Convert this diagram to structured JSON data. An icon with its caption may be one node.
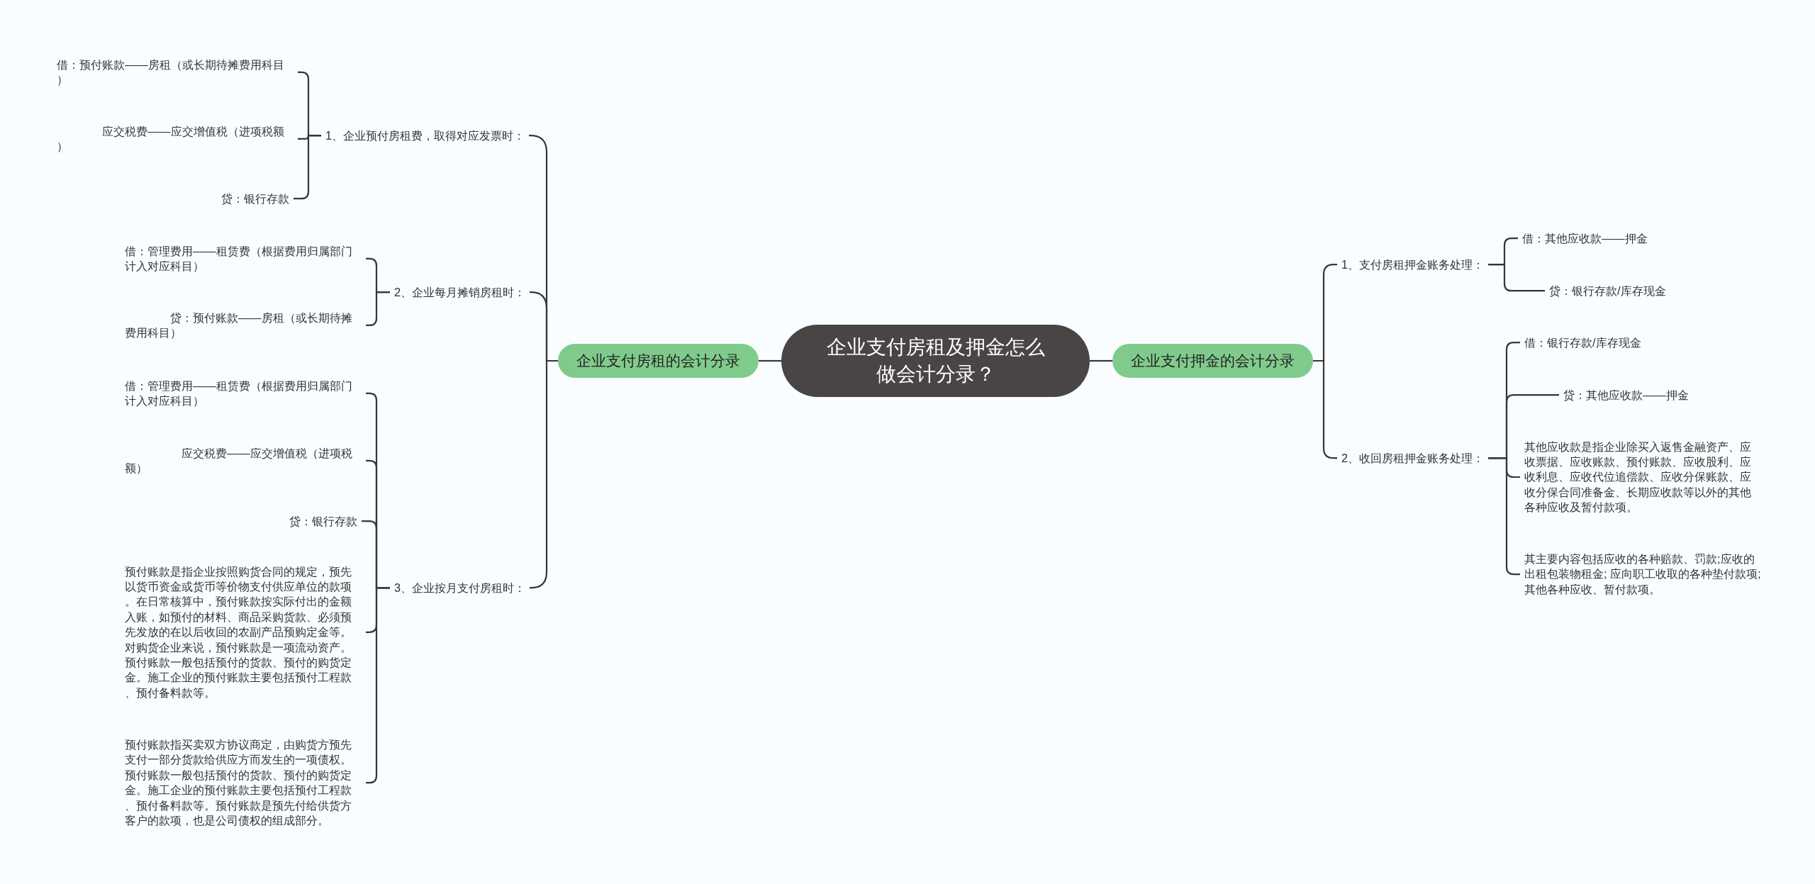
{
  "diagram": {
    "nodes": [
      {
        "text": [
          "企业支付房租及押金怎么做会计分录？"
        ]
      },
      {
        "text": [
          "企业支付房租的会计分录"
        ]
      },
      {
        "text": [
          "1、企业预付房租费，取得对应发票时："
        ]
      },
      {
        "text": [
          "借：预付账款——房租（或长期待摊费用科目）"
        ]
      },
      {
        "text": [
          "应交税费——应交增值税（进项税额）"
        ]
      },
      {
        "text": [
          "贷：银行存款"
        ]
      },
      {
        "text": [
          "2、企业每月摊销房租时："
        ]
      },
      {
        "text": [
          "借：管理费用——租赁费（根据费用归属部门计入对应科目）"
        ]
      },
      {
        "text": [
          "贷：预付账款——房租（或长期待摊费用科目）"
        ]
      },
      {
        "text": [
          "3、企业按月支付房租时："
        ]
      },
      {
        "text": [
          "借：管理费用——租赁费（根据费用归属部门计入对应科目）"
        ]
      },
      {
        "text": [
          "应交税费——应交增值税（进项税额）"
        ]
      },
      {
        "text": [
          "贷：银行存款"
        ]
      },
      {
        "text": [
          "预付账款是指企业按照购货合同的规定，预先以货币资金或货币等价物支付供应单位的款项。在日常核算中，预付账款按实际付出的金额入账，如预付的材料、商品采购货款、必须预先发放的在以后收回的农副产品预购定金等。对购货企业来说，预付账款是一项流动资产。预付账款一般包括预付的货款、预付的购货定金。施工企业的预付账款主要包括预付工程款、预付备料款等。"
        ]
      },
      {
        "text": [
          "预付账款指买卖双方协议商定，由购货方预先支付一部分货款给供应方而发生的一项债权。预付账款一般包括预付的货款、预付的购货定金。施工企业的预付账款主要包括预付工程款、预付备料款等。预付账款是预先付给供货方客户的款项，也是公司债权的组成部分。"
        ]
      },
      {
        "text": [
          "企业支付押金的会计分录"
        ]
      },
      {
        "text": [
          "1、支付房租押金账务处理："
        ]
      },
      {
        "text": [
          "借：其他应收款——押金"
        ]
      },
      {
        "text": [
          "贷：银行存款/库存现金"
        ]
      },
      {
        "text": [
          "2、收回房租押金账务处理："
        ]
      },
      {
        "text": [
          "借：银行存款/库存现金"
        ]
      },
      {
        "text": [
          "贷：其他应收款——押金"
        ]
      },
      {
        "text": [
          "其他应收款是指企业除买入返售金融资产、应收票据、应收账款、预付账款、应收股利、应收利息、应收代位追偿款、应收分保账款、应收分保合同准备金、长期应收款等以外的其他各种应收及暂付款项。"
        ]
      },
      {
        "text": [
          "其主要内容包括应收的各种赔款、罚款;应收的出租包装物租金; 应向职工收取的各种垫付款项;其他各种应收、暂付款项。"
        ]
      }
    ],
    "edges": [
      {
        "from": 0,
        "to": 1,
        "arrow": "none"
      },
      {
        "from": 0,
        "to": 15,
        "arrow": "none"
      },
      {
        "from": 1,
        "to": 2,
        "arrow": "none"
      },
      {
        "from": 1,
        "to": 6,
        "arrow": "none"
      },
      {
        "from": 1,
        "to": 9,
        "arrow": "none"
      },
      {
        "from": 2,
        "to": 3,
        "arrow": "none"
      },
      {
        "from": 2,
        "to": 4,
        "arrow": "none"
      },
      {
        "from": 2,
        "to": 5,
        "arrow": "none"
      },
      {
        "from": 6,
        "to": 7,
        "arrow": "none"
      },
      {
        "from": 6,
        "to": 8,
        "arrow": "none"
      },
      {
        "from": 9,
        "to": 10,
        "arrow": "none"
      },
      {
        "from": 9,
        "to": 11,
        "arrow": "none"
      },
      {
        "from": 9,
        "to": 12,
        "arrow": "none"
      },
      {
        "from": 9,
        "to": 13,
        "arrow": "none"
      },
      {
        "from": 9,
        "to": 14,
        "arrow": "none"
      },
      {
        "from": 15,
        "to": 16,
        "arrow": "none"
      },
      {
        "from": 15,
        "to": 19,
        "arrow": "none"
      },
      {
        "from": 16,
        "to": 17,
        "arrow": "none"
      },
      {
        "from": 16,
        "to": 18,
        "arrow": "none"
      },
      {
        "from": 19,
        "to": 20,
        "arrow": "none"
      },
      {
        "from": 19,
        "to": 21,
        "arrow": "none"
      },
      {
        "from": 19,
        "to": 22,
        "arrow": "none"
      },
      {
        "from": 19,
        "to": 23,
        "arrow": "none"
      }
    ]
  }
}
